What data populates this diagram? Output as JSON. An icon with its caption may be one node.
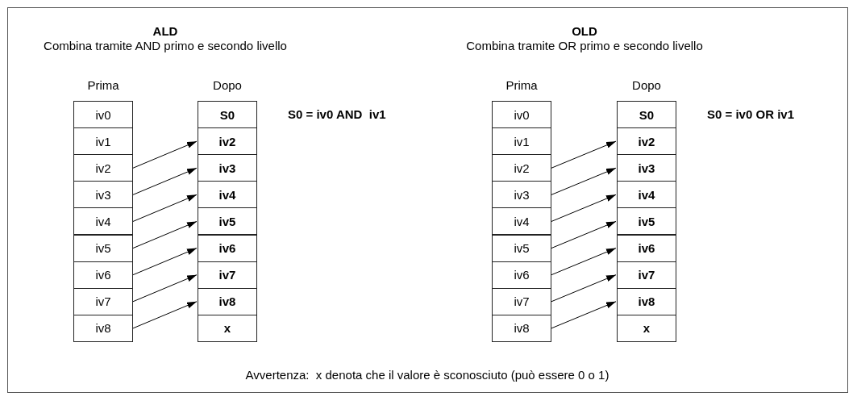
{
  "diagram": {
    "nodes": [
      {
        "text": [
          "iv0"
        ]
      },
      {
        "text": [
          "iv1"
        ]
      },
      {
        "text": [
          "iv2"
        ]
      },
      {
        "text": [
          "iv3"
        ]
      },
      {
        "text": [
          "iv4"
        ]
      },
      {
        "text": [
          "iv5"
        ]
      },
      {
        "text": [
          "iv6"
        ]
      },
      {
        "text": [
          "iv7"
        ]
      },
      {
        "text": [
          "iv8"
        ]
      },
      {
        "text": [
          "S0"
        ]
      },
      {
        "text": [
          "iv2"
        ]
      },
      {
        "text": [
          "iv3"
        ]
      },
      {
        "text": [
          "iv4"
        ]
      },
      {
        "text": [
          "iv5"
        ]
      },
      {
        "text": [
          "iv6"
        ]
      },
      {
        "text": [
          "iv7"
        ]
      },
      {
        "text": [
          "iv8"
        ]
      },
      {
        "text": [
          "x"
        ]
      },
      {
        "text": [
          "iv0"
        ]
      },
      {
        "text": [
          "iv1"
        ]
      },
      {
        "text": [
          "iv2"
        ]
      },
      {
        "text": [
          "iv3"
        ]
      },
      {
        "text": [
          "iv4"
        ]
      },
      {
        "text": [
          "iv5"
        ]
      },
      {
        "text": [
          "iv6"
        ]
      },
      {
        "text": [
          "iv7"
        ]
      },
      {
        "text": [
          "iv8"
        ]
      },
      {
        "text": [
          "S0"
        ]
      },
      {
        "text": [
          "iv2"
        ]
      },
      {
        "text": [
          "iv3"
        ]
      },
      {
        "text": [
          "iv4"
        ]
      },
      {
        "text": [
          "iv5"
        ]
      },
      {
        "text": [
          "iv6"
        ]
      },
      {
        "text": [
          "iv7"
        ]
      },
      {
        "text": [
          "iv8"
        ]
      },
      {
        "text": [
          "x"
        ]
      }
    ],
    "edges": [
      {
        "from": 2,
        "to": 10,
        "arrow": "to"
      },
      {
        "from": 3,
        "to": 11,
        "arrow": "to"
      },
      {
        "from": 4,
        "to": 12,
        "arrow": "to"
      },
      {
        "from": 5,
        "to": 13,
        "arrow": "to"
      },
      {
        "from": 6,
        "to": 14,
        "arrow": "to"
      },
      {
        "from": 7,
        "to": 15,
        "arrow": "to"
      },
      {
        "from": 8,
        "to": 16,
        "arrow": "to"
      },
      {
        "from": 20,
        "to": 28,
        "arrow": "to"
      },
      {
        "from": 21,
        "to": 29,
        "arrow": "to"
      },
      {
        "from": 22,
        "to": 30,
        "arrow": "to"
      },
      {
        "from": 23,
        "to": 31,
        "arrow": "to"
      },
      {
        "from": 24,
        "to": 32,
        "arrow": "to"
      },
      {
        "from": 25,
        "to": 33,
        "arrow": "to"
      },
      {
        "from": 26,
        "to": 34,
        "arrow": "to"
      }
    ],
    "labels": [
      "ALD",
      "Combina tramite AND primo e secondo livello",
      "OLD",
      "Combina tramite OR primo e secondo livello",
      "Prima",
      "Dopo",
      "Prima",
      "Dopo",
      "S0 = iv0 AND  iv1",
      "S0 = iv0 OR iv1",
      "Avvertenza:  x denota che il valore è sconosciuto (può essere 0 o 1)"
    ]
  }
}
